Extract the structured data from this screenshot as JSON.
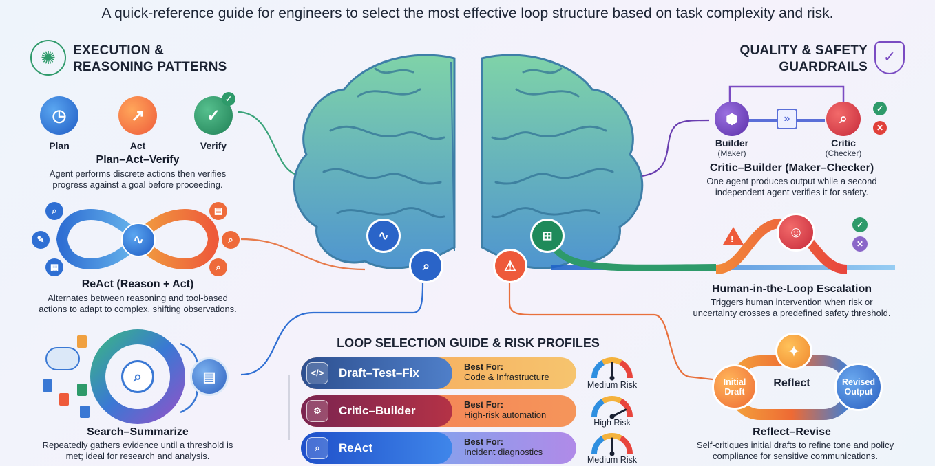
{
  "subtitle": "A quick-reference guide for engineers to select the most effective loop structure based on task complexity and risk.",
  "left_section": {
    "line1": "EXECUTION &",
    "line2": "REASONING PATTERNS",
    "icon": "brain-circuit-icon"
  },
  "right_section": {
    "line1": "QUALITY & SAFETY",
    "line2": "GUARDRAILS",
    "icon": "shield-gear-icon"
  },
  "plan_act_verify": {
    "steps": [
      "Plan",
      "Act",
      "Verify"
    ],
    "title": "Plan–Act–Verify",
    "desc_line1": "Agent performs discrete actions then verifies",
    "desc_line2": "progress against a goal before proceeding."
  },
  "react": {
    "title": "ReAct (Reason + Act)",
    "desc_line1": "Alternates between reasoning and tool-based",
    "desc_line2": "actions to adapt to complex, shifting observations."
  },
  "search_summarize": {
    "title": "Search–Summarize",
    "desc_line1": "Repeatedly gathers evidence until a threshold is",
    "desc_line2": "met; ideal for research and analysis."
  },
  "critic_builder": {
    "builder": "Builder",
    "builder_sub": "(Maker)",
    "critic": "Critic",
    "critic_sub": "(Checker)",
    "title": "Critic–Builder (Maker–Checker)",
    "desc_line1": "One agent produces output while a second",
    "desc_line2": "independent agent verifies it for safety."
  },
  "human_loop": {
    "title": "Human-in-the-Loop Escalation",
    "desc_line1": "Triggers human intervention when risk or",
    "desc_line2": "uncertainty crosses a predefined safety threshold."
  },
  "reflect_revise": {
    "initial_line1": "Initial",
    "initial_line2": "Draft",
    "reflect": "Reflect",
    "revised_line1": "Revised",
    "revised_line2": "Output",
    "title": "Reflect–Revise",
    "desc_line1": "Self-critiques initial drafts to refine tone and policy",
    "desc_line2": "compliance for sensitive communications."
  },
  "guide": {
    "title": "LOOP SELECTION GUIDE & RISK PROFILES",
    "rows": [
      {
        "name": "Draft–Test–Fix",
        "best_label": "Best For:",
        "best": "Code & Infrastructure",
        "risk": "Medium Risk",
        "risk_level": 0.5,
        "icon": "code-window-icon"
      },
      {
        "name": "Critic–Builder",
        "best_label": "Best For:",
        "best": "High-risk automation",
        "risk": "High Risk",
        "risk_level": 0.85,
        "icon": "robot-arm-icon"
      },
      {
        "name": "ReAct",
        "best_label": "Best For:",
        "best": "Incident diagnostics",
        "risk": "Medium Risk",
        "risk_level": 0.5,
        "icon": "magnify-pulse-icon"
      }
    ]
  },
  "colors": {
    "blue": "#2f6fd3",
    "orange": "#f07a3a",
    "green": "#2e9a6a",
    "purple": "#7a4bc2",
    "red": "#e0403a",
    "brain_green": "#6fc7a0",
    "brain_blue": "#5a9fd0"
  }
}
